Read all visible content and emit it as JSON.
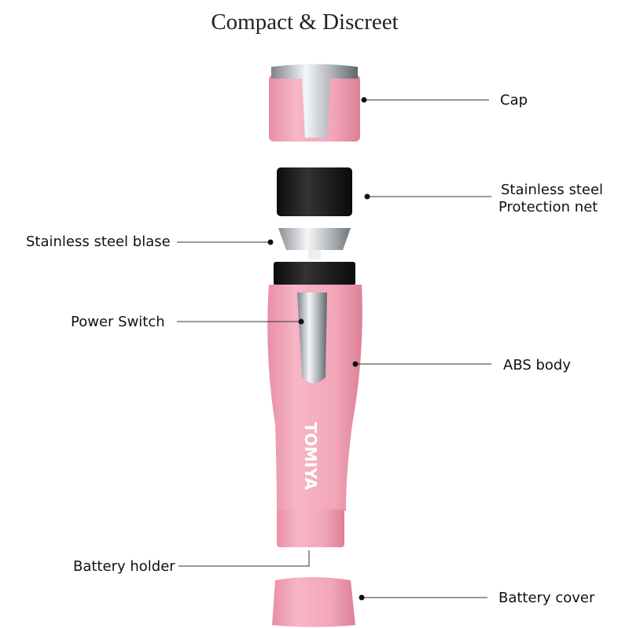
{
  "title": "Compact & Discreet",
  "brand": "TOMIYA",
  "labels": {
    "cap": "Cap",
    "protection_net_line1": "Stainless steel",
    "protection_net_line2": "Protection net",
    "blade": "Stainless steel blase",
    "power_switch": "Power Switch",
    "body": "ABS body",
    "battery_holder": "Battery holder",
    "battery_cover": "Battery cover"
  },
  "colors": {
    "pink": "#f2a7b9",
    "black": "#1a1a1a",
    "chrome": "#c8ccd0"
  }
}
